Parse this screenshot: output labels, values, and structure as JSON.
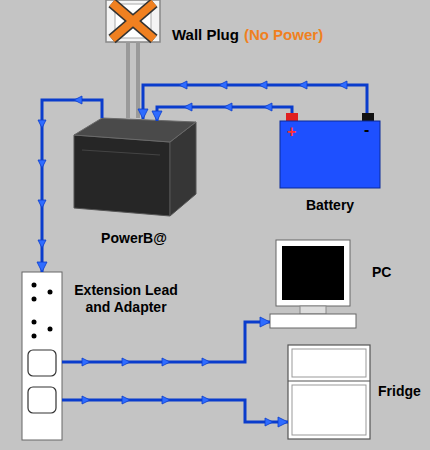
{
  "diagram": {
    "nodes": [
      {
        "text": [
          "Wall Plug",
          "(No Power)"
        ]
      },
      {
        "text": [
          "PowerB@"
        ]
      },
      {
        "text": [
          "Battery"
        ]
      },
      {
        "text": [
          "Extension Lead and Adapter"
        ]
      },
      {
        "text": [
          "PC"
        ]
      },
      {
        "text": [
          "Fridge"
        ]
      }
    ],
    "edges": [
      {
        "from": 0,
        "to": 1,
        "arrow": "none"
      },
      {
        "from": 2,
        "to": 1,
        "arrow": "to"
      },
      {
        "from": 2,
        "to": 1,
        "arrow": "to"
      },
      {
        "from": 1,
        "to": 3,
        "arrow": "to"
      },
      {
        "from": 3,
        "to": 4,
        "arrow": "to"
      },
      {
        "from": 3,
        "to": 5,
        "arrow": "to"
      }
    ],
    "labels": [
      "+",
      "-"
    ]
  }
}
